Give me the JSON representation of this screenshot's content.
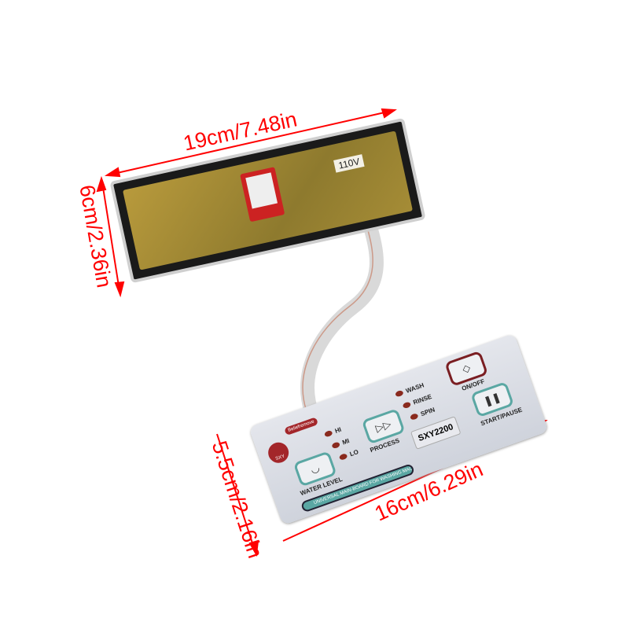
{
  "dimensions": {
    "board_length": "19cm/7.48in",
    "board_width": "6cm/2.36in",
    "panel_length": "16cm/6.29in",
    "panel_width": "5.5cm/2.16in"
  },
  "board": {
    "voltage_label": "110V"
  },
  "panel": {
    "badge_text": "SXY",
    "tag_text": "Beliefremove",
    "water_levels": [
      "HI",
      "MI",
      "LO"
    ],
    "water_level_label": "WATER LEVEL",
    "process_label": "PROCESS",
    "process_steps": [
      "WASH",
      "RINSE",
      "SPIN"
    ],
    "on_off_label": "ON/OFF",
    "start_pause_label": "START/PAUSE",
    "model": "SXY2200",
    "banner_text": "UNIVERSAL MAIN-BOARD FOR WASHING MACHINE"
  },
  "colors": {
    "dimension": "#ff0000",
    "accent": "#5aa7a3",
    "led": "#8a2a1e"
  }
}
